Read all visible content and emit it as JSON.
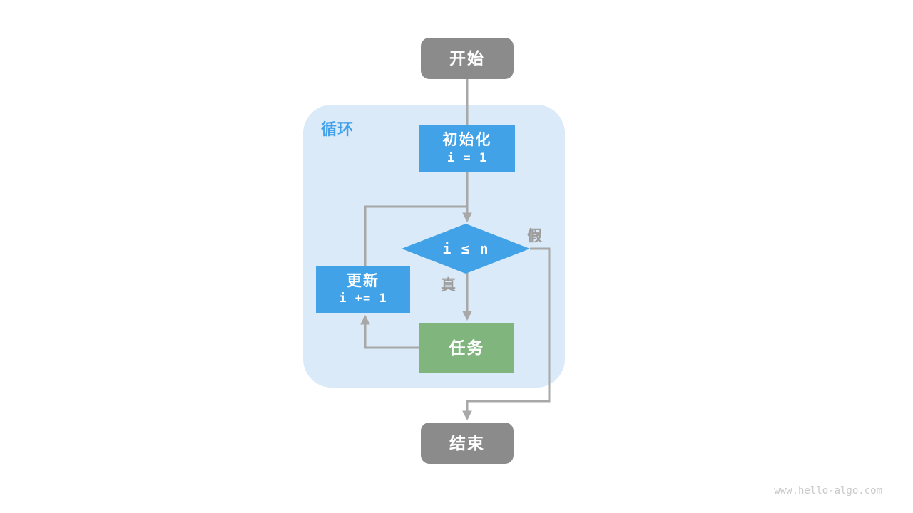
{
  "diagram": {
    "type": "flowchart",
    "container_label": "循环",
    "nodes": {
      "start": {
        "shape": "rounded",
        "label": "开始"
      },
      "init": {
        "shape": "rect",
        "title": "初始化",
        "code": "i = 1"
      },
      "condition": {
        "shape": "diamond",
        "expr": "i ≤ n"
      },
      "update": {
        "shape": "rect",
        "title": "更新",
        "code": "i += 1"
      },
      "task": {
        "shape": "rect",
        "label": "任务"
      },
      "end": {
        "shape": "rounded",
        "label": "结束"
      }
    },
    "branch_labels": {
      "true": "真",
      "false": "假"
    },
    "edges": [
      {
        "from": "start",
        "to": "init"
      },
      {
        "from": "init",
        "to": "condition"
      },
      {
        "from": "condition",
        "to": "task",
        "label": "真"
      },
      {
        "from": "task",
        "to": "update"
      },
      {
        "from": "update",
        "to": "condition"
      },
      {
        "from": "condition",
        "to": "end",
        "label": "假"
      }
    ],
    "colors": {
      "terminal_gray": "#8b8b8b",
      "process_blue": "#42a2e8",
      "task_green": "#80b57e",
      "container_bg": "#daeaf8",
      "connector_gray": "#a8a8a8",
      "branch_label_gray": "#9c9c9c",
      "loop_label_blue": "#41a1e8",
      "node_text": "#ffffff",
      "watermark_gray": "#c9c9c9"
    }
  },
  "watermark": "www.hello-algo.com"
}
